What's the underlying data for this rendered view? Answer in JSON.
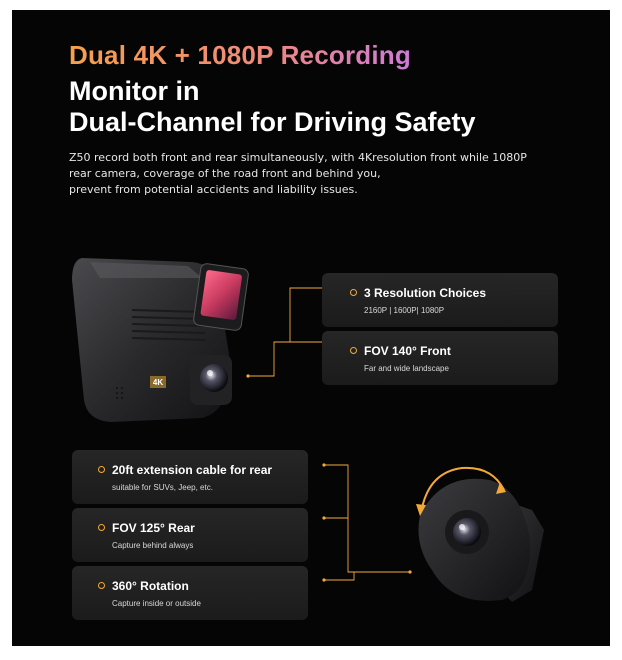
{
  "header": {
    "headline_accent": "Dual 4K + 1080P Recording",
    "headline_line1": "Monitor in",
    "headline_line2": "Dual-Channel for Driving Safety"
  },
  "description": {
    "line1": "Z50 record both front and rear simultaneously, with 4Kresolution front while 1080P",
    "line2": "rear camera,  coverage of the road front and behind you,",
    "line3": "prevent from potential accidents and liability issues."
  },
  "front_features": [
    {
      "title": "3 Resolution Choices",
      "subtitle": "2160P | 1600P| 1080P"
    },
    {
      "title": "FOV 140°  Front",
      "subtitle": "Far and wide landscape"
    }
  ],
  "rear_features": [
    {
      "title": "20ft extension cable for rear",
      "subtitle": "suitable for SUVs, Jeep, etc."
    },
    {
      "title": "FOV 125° Rear",
      "subtitle": "Capture behind always"
    },
    {
      "title": "360° Rotation",
      "subtitle": "Capture inside or outside"
    }
  ],
  "product": {
    "front_camera_badge": "4K"
  },
  "colors": {
    "background": "#050505",
    "accent": "#f3a93a",
    "card": "#222222"
  }
}
